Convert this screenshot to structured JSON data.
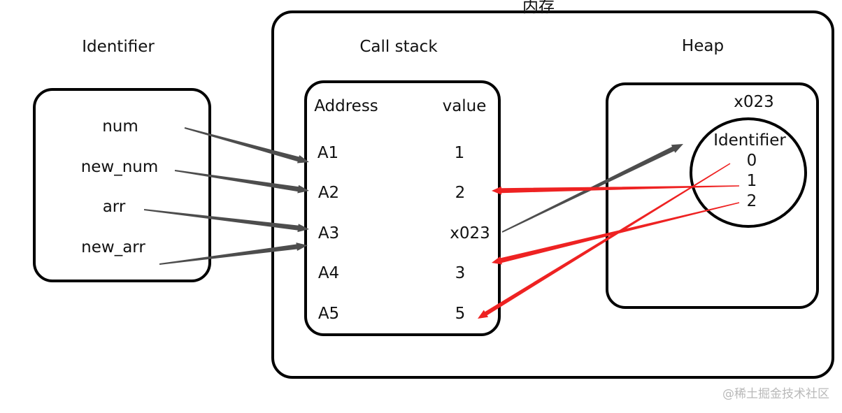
{
  "colors": {
    "outline": "#000000",
    "gray_arrow": "#4d4d4d",
    "red_arrow": "#ee2222",
    "text": "#111111",
    "watermark": "#b9b9b9"
  },
  "memory": {
    "title": "内存"
  },
  "identifiers": {
    "title": "Identifier",
    "items": [
      "num",
      "new_num",
      "arr",
      "new_arr"
    ]
  },
  "call_stack": {
    "title": "Call stack",
    "address_header": "Address",
    "value_header": "value",
    "rows": [
      {
        "address": "A1",
        "value": "1"
      },
      {
        "address": "A2",
        "value": "2"
      },
      {
        "address": "A3",
        "value": "x023"
      },
      {
        "address": "A4",
        "value": "3"
      },
      {
        "address": "A5",
        "value": "5"
      }
    ]
  },
  "heap": {
    "title": "Heap",
    "object_address": "x023",
    "object_title": "Identifier",
    "indices": [
      "0",
      "1",
      "2"
    ]
  },
  "watermark": "@稀土掘金技术社区"
}
